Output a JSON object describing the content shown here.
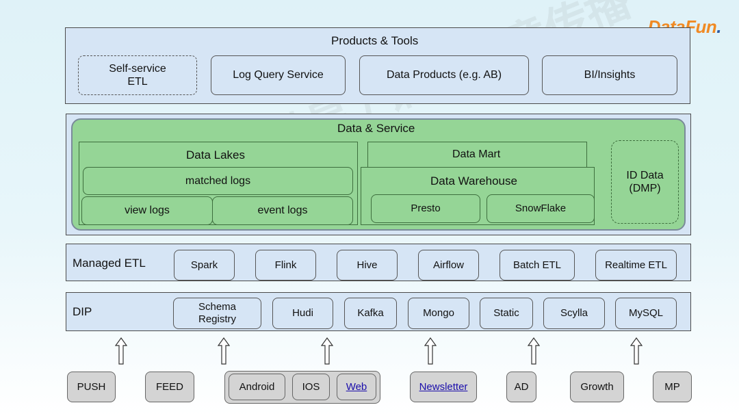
{
  "logo": {
    "part1": "DataFun",
    "part2": "."
  },
  "watermark": "Alluxio 微星 / 请勿随意传播",
  "products": {
    "title": "Products & Tools",
    "items": [
      "Self-service\nETL",
      "Log Query Service",
      "Data Products (e.g. AB)",
      "BI/Insights"
    ]
  },
  "data_service": {
    "title": "Data & Service",
    "lakes": {
      "title": "Data Lakes",
      "matched": "matched logs",
      "view": "view logs",
      "event": "event logs"
    },
    "mart": "Data Mart",
    "warehouse": {
      "title": "Data Warehouse",
      "presto": "Presto",
      "snowflake": "SnowFlake"
    },
    "id_data": "ID Data\n(DMP)"
  },
  "managed_etl": {
    "label": "Managed ETL",
    "items": [
      "Spark",
      "Flink",
      "Hive",
      "Airflow",
      "Batch ETL",
      "Realtime ETL"
    ]
  },
  "dip": {
    "label": "DIP",
    "items": [
      "Schema\nRegistry",
      "Hudi",
      "Kafka",
      "Mongo",
      "Static",
      "Scylla",
      "MySQL"
    ]
  },
  "sources": {
    "push": "PUSH",
    "feed": "FEED",
    "android": "Android",
    "ios": "IOS",
    "web": "Web",
    "newsletter": "Newsletter",
    "ad": "AD",
    "growth": "Growth",
    "mp": "MP"
  },
  "colors": {
    "layer": "#d6e5f5",
    "green": "#95d596",
    "source": "#d4d4d4",
    "logo": "#f08a24"
  }
}
